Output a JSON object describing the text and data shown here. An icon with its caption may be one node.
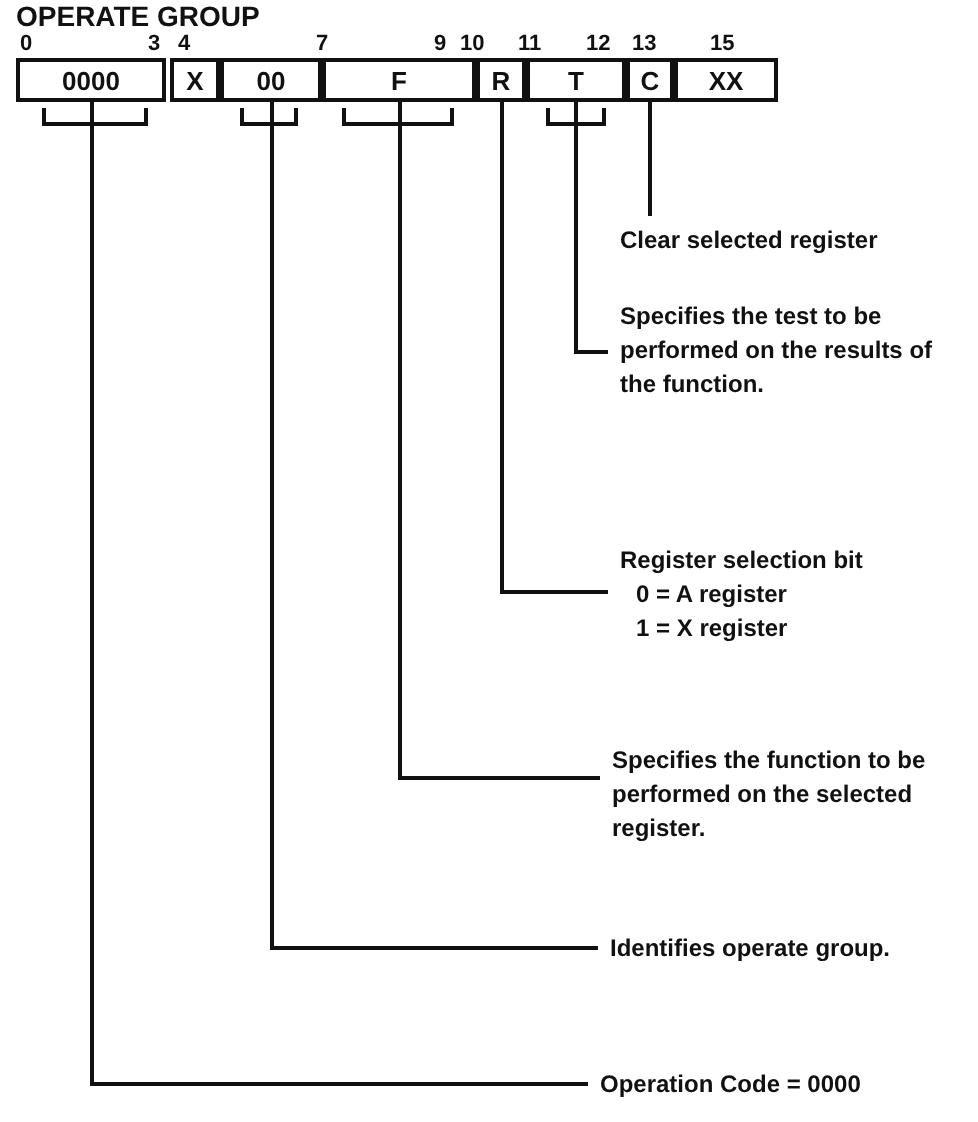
{
  "diagram": {
    "title": "OPERATE GROUP",
    "nodes": [
      {
        "text": [
          "0000"
        ]
      },
      {
        "text": [
          "X"
        ]
      },
      {
        "text": [
          "00"
        ]
      },
      {
        "text": [
          "F"
        ]
      },
      {
        "text": [
          "R"
        ]
      },
      {
        "text": [
          "T"
        ]
      },
      {
        "text": [
          "C"
        ]
      },
      {
        "text": [
          "XX"
        ]
      },
      {
        "text": [
          "Clear selected register"
        ]
      },
      {
        "text": [
          "Specifies the test to be performed on the results of the function."
        ]
      },
      {
        "text": [
          "Register selection bit",
          "0 = A register",
          "1 = X register"
        ]
      },
      {
        "text": [
          "Specifies the function to be performed on the selected register."
        ]
      },
      {
        "text": [
          "Identifies operate group."
        ]
      },
      {
        "text": [
          "Operation Code = 0000"
        ]
      }
    ],
    "edges": [
      {
        "from": 8,
        "to": 6,
        "arrow": "none"
      },
      {
        "from": 9,
        "to": 5,
        "arrow": "none"
      },
      {
        "from": 10,
        "to": 4,
        "arrow": "none"
      },
      {
        "from": 11,
        "to": 3,
        "arrow": "none"
      },
      {
        "from": 12,
        "to": 2,
        "arrow": "none"
      },
      {
        "from": 13,
        "to": 0,
        "arrow": "none"
      }
    ],
    "labels": [
      "0",
      "3",
      "4",
      "7",
      "9",
      "10",
      "11",
      "12",
      "13",
      "15"
    ]
  }
}
